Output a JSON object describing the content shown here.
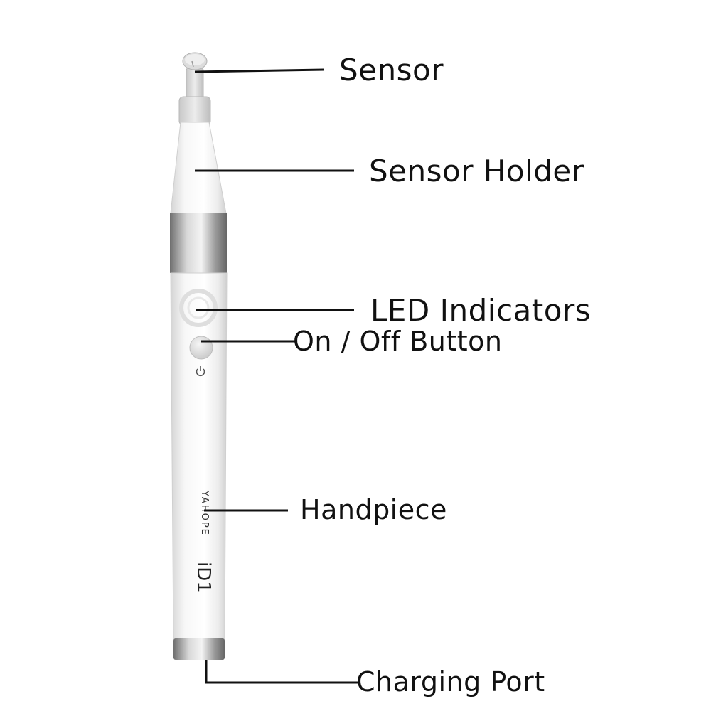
{
  "diagram": {
    "callouts": [
      {
        "id": "sensor",
        "label": "Sensor"
      },
      {
        "id": "sensor-holder",
        "label": "Sensor Holder"
      },
      {
        "id": "led-indicators",
        "label": "LED Indicators"
      },
      {
        "id": "on-off-button",
        "label": "On / Off Button"
      },
      {
        "id": "handpiece",
        "label": "Handpiece"
      },
      {
        "id": "charging-port",
        "label": "Charging Port"
      }
    ],
    "device": {
      "brand": "YAHOPE",
      "model": "iD1",
      "icons": {
        "power": "power-icon",
        "led": "led-indicator-icon"
      }
    },
    "colors": {
      "body": "#f2f2f2",
      "body_shade": "#d9d9d9",
      "metal": "#a8a8a8",
      "text": "#111111"
    }
  }
}
